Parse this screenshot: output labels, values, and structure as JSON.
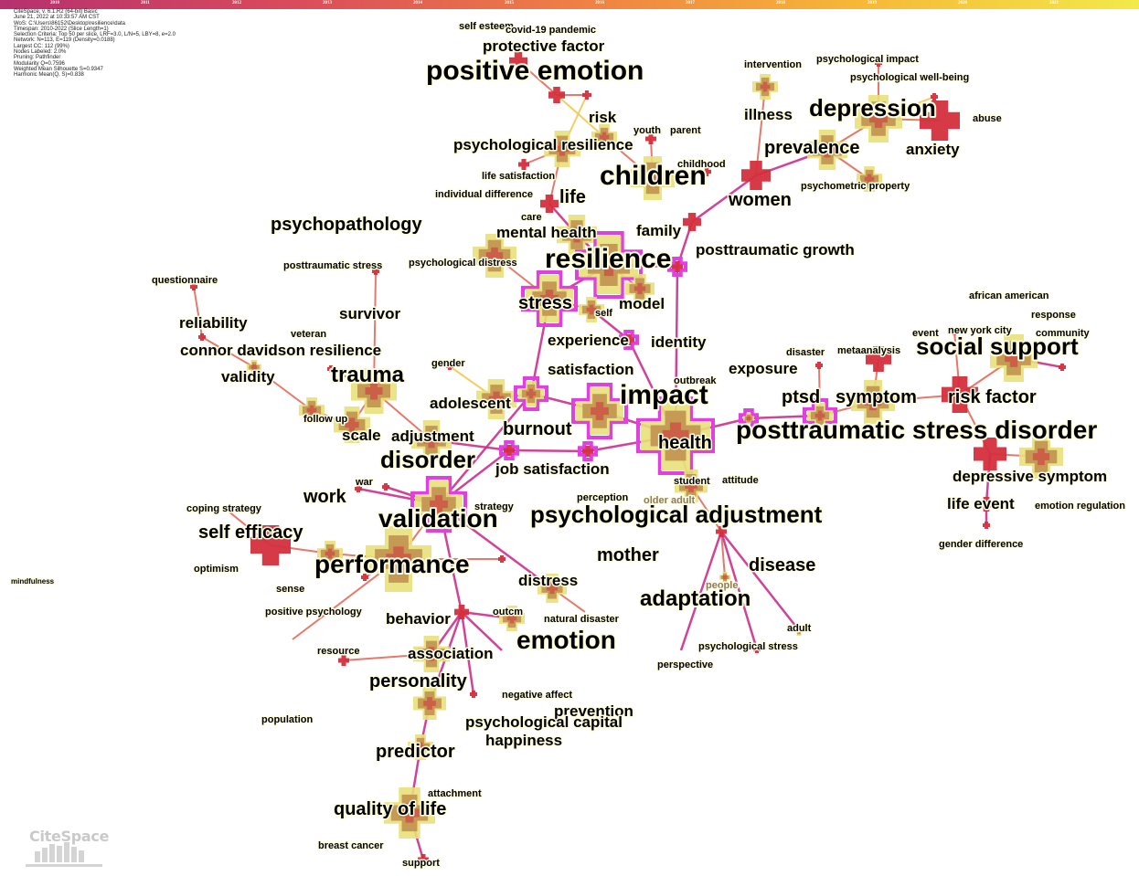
{
  "timeline": {
    "years": [
      "2010",
      "2011",
      "2012",
      "2013",
      "2014",
      "2015",
      "2016",
      "2017",
      "2018",
      "2019",
      "2020",
      "2021"
    ],
    "gradient": [
      "#b5316f",
      "#d94a5c",
      "#ee7e45",
      "#f6b737",
      "#f2ea4a"
    ]
  },
  "info": [
    "CiteSpace, v. 6.1.R2 (64-bit) Basic",
    "June 21, 2022 at 10:33:57 AM CST",
    "WoS: C:\\Users\\86152\\Desktop\\resilience\\data",
    "Timespan: 2010-2022 (Slice Length=1)",
    "Selection Criteria: Top 50 per slice, LRF=3.0, L/N=5, LBY=8, e=2.0",
    "Network: N=113, E=119 (Density=0.0188)",
    "Largest CC: 112 (99%)",
    "Nodes Labeled: 2.0%",
    "Pruning: Pathfinder",
    "Modularity Q=0.7596",
    "Weighted Mean Silhouette S=0.9347",
    "Harmonic Mean(Q, S)=0.838"
  ],
  "colors": {
    "node_fill": "#c49a55",
    "node_ring": "#e8e07a",
    "hot_node": "#d42f3c",
    "centrality_ring": "#e040e0",
    "link_hot": "#cc2f8c",
    "link_warm": "#e46a5a",
    "link_yellow": "#f2c94c"
  },
  "keywords": [
    {
      "label": "self esteem",
      "size": 11
    },
    {
      "label": "covid-19 pandemic",
      "size": 11
    },
    {
      "label": "protective factor",
      "size": 17
    },
    {
      "label": "positive emotion",
      "size": 30
    },
    {
      "label": "risk",
      "size": 17
    },
    {
      "label": "youth",
      "size": 11
    },
    {
      "label": "parent",
      "size": 11
    },
    {
      "label": "psychological resilience",
      "size": 17
    },
    {
      "label": "children",
      "size": 30
    },
    {
      "label": "childhood",
      "size": 11
    },
    {
      "label": "life satisfaction",
      "size": 11
    },
    {
      "label": "life",
      "size": 20
    },
    {
      "label": "individual difference",
      "size": 11
    },
    {
      "label": "care",
      "size": 11
    },
    {
      "label": "family",
      "size": 17
    },
    {
      "label": "mental health",
      "size": 17
    },
    {
      "label": "psychopathology",
      "size": 20
    },
    {
      "label": "psychological distress",
      "size": 11
    },
    {
      "label": "resilience",
      "size": 30
    },
    {
      "label": "posttraumatic growth",
      "size": 17
    },
    {
      "label": "intervention",
      "size": 11
    },
    {
      "label": "psychological impact",
      "size": 11
    },
    {
      "label": "psychological well-being",
      "size": 11
    },
    {
      "label": "illness",
      "size": 17
    },
    {
      "label": "depression",
      "size": 26
    },
    {
      "label": "abuse",
      "size": 11
    },
    {
      "label": "prevalence",
      "size": 20
    },
    {
      "label": "anxiety",
      "size": 17
    },
    {
      "label": "psychometric property",
      "size": 11
    },
    {
      "label": "women",
      "size": 20
    },
    {
      "label": "questionnaire",
      "size": 11
    },
    {
      "label": "posttraumatic stress",
      "size": 11
    },
    {
      "label": "reliability",
      "size": 17
    },
    {
      "label": "survivor",
      "size": 17
    },
    {
      "label": "veteran",
      "size": 11
    },
    {
      "label": "connor davidson resilience",
      "size": 17
    },
    {
      "label": "validity",
      "size": 17
    },
    {
      "label": "trauma",
      "size": 24
    },
    {
      "label": "stress",
      "size": 20
    },
    {
      "label": "self",
      "size": 11
    },
    {
      "label": "model",
      "size": 17
    },
    {
      "label": "experience",
      "size": 17
    },
    {
      "label": "identity",
      "size": 17
    },
    {
      "label": "gender",
      "size": 11
    },
    {
      "label": "satisfaction",
      "size": 17
    },
    {
      "label": "outbreak",
      "size": 11
    },
    {
      "label": "adolescent",
      "size": 17
    },
    {
      "label": "impact",
      "size": 30
    },
    {
      "label": "exposure",
      "size": 17
    },
    {
      "label": "disaster",
      "size": 11
    },
    {
      "label": "metaanalysis",
      "size": 11
    },
    {
      "label": "african american",
      "size": 11
    },
    {
      "label": "response",
      "size": 11
    },
    {
      "label": "event",
      "size": 11
    },
    {
      "label": "new york city",
      "size": 11
    },
    {
      "label": "community",
      "size": 11
    },
    {
      "label": "social support",
      "size": 26
    },
    {
      "label": "ptsd",
      "size": 20
    },
    {
      "label": "symptom",
      "size": 20
    },
    {
      "label": "risk factor",
      "size": 20
    },
    {
      "label": "posttraumatic stress disorder",
      "size": 28
    },
    {
      "label": "follow up",
      "size": 11
    },
    {
      "label": "scale",
      "size": 17
    },
    {
      "label": "adjustment",
      "size": 17
    },
    {
      "label": "burnout",
      "size": 20
    },
    {
      "label": "health",
      "size": 20
    },
    {
      "label": "disorder",
      "size": 26
    },
    {
      "label": "job satisfaction",
      "size": 17
    },
    {
      "label": "student",
      "size": 11
    },
    {
      "label": "attitude",
      "size": 11
    },
    {
      "label": "depressive symptom",
      "size": 17
    },
    {
      "label": "work",
      "size": 20
    },
    {
      "label": "war",
      "size": 11
    },
    {
      "label": "coping strategy",
      "size": 11
    },
    {
      "label": "strategy",
      "size": 11
    },
    {
      "label": "perception",
      "size": 11
    },
    {
      "label": "older adult",
      "size": 11
    },
    {
      "label": "life event",
      "size": 17
    },
    {
      "label": "emotion regulation",
      "size": 11
    },
    {
      "label": "validation",
      "size": 28
    },
    {
      "label": "psychological adjustment",
      "size": 26
    },
    {
      "label": "self efficacy",
      "size": 20
    },
    {
      "label": "gender difference",
      "size": 11
    },
    {
      "label": "optimism",
      "size": 11
    },
    {
      "label": "performance",
      "size": 28
    },
    {
      "label": "mother",
      "size": 20
    },
    {
      "label": "disease",
      "size": 20
    },
    {
      "label": "sense",
      "size": 11
    },
    {
      "label": "distress",
      "size": 17
    },
    {
      "label": "mindfulness",
      "size": 8
    },
    {
      "label": "people",
      "size": 11
    },
    {
      "label": "adaptation",
      "size": 24
    },
    {
      "label": "positive psychology",
      "size": 11
    },
    {
      "label": "behavior",
      "size": 17
    },
    {
      "label": "outcm",
      "size": 11
    },
    {
      "label": "natural disaster",
      "size": 11
    },
    {
      "label": "adult",
      "size": 11
    },
    {
      "label": "emotion",
      "size": 28
    },
    {
      "label": "resource",
      "size": 11
    },
    {
      "label": "association",
      "size": 17
    },
    {
      "label": "psychological stress",
      "size": 11
    },
    {
      "label": "perspective",
      "size": 11
    },
    {
      "label": "personality",
      "size": 20
    },
    {
      "label": "negative affect",
      "size": 11
    },
    {
      "label": "prevention",
      "size": 17
    },
    {
      "label": "population",
      "size": 11
    },
    {
      "label": "psychological capital",
      "size": 17
    },
    {
      "label": "happiness",
      "size": 17
    },
    {
      "label": "predictor",
      "size": 20
    },
    {
      "label": "attachment",
      "size": 11
    },
    {
      "label": "quality of life",
      "size": 20
    },
    {
      "label": "breast cancer",
      "size": 11
    },
    {
      "label": "support",
      "size": 11
    }
  ],
  "logo": {
    "text": "CiteSpace"
  }
}
